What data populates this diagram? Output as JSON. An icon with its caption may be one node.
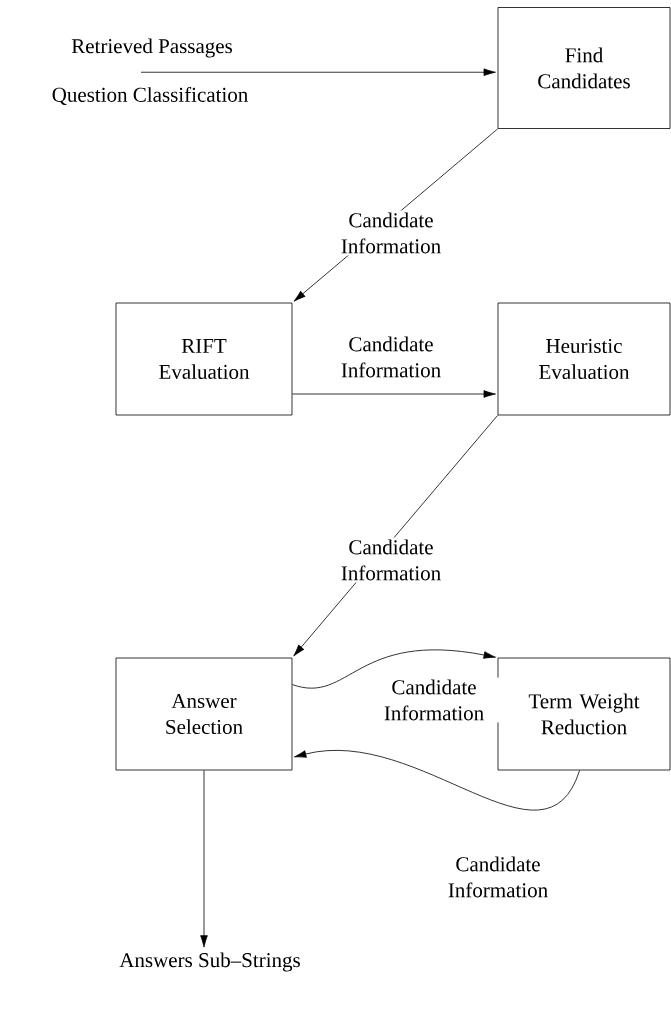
{
  "diagram": {
    "nodes": [
      {
        "text": [
          "Retrieved Passages"
        ]
      },
      {
        "text": [
          "Question Classification"
        ]
      },
      {
        "text": [
          "Find Candidates"
        ]
      },
      {
        "text": [
          "RIFT Evaluation"
        ]
      },
      {
        "text": [
          "Heuristic Evaluation"
        ]
      },
      {
        "text": [
          "Answer Selection"
        ]
      },
      {
        "text": [
          "Term Weight Reduction"
        ]
      },
      {
        "text": [
          "Answers Sub–Strings"
        ]
      }
    ],
    "edges": [
      {
        "from": 0,
        "to": 2,
        "arrow": "to"
      },
      {
        "from": 1,
        "to": 2,
        "arrow": "to"
      },
      {
        "from": 2,
        "to": 3,
        "arrow": "to",
        "label": "Candidate Information"
      },
      {
        "from": 3,
        "to": 4,
        "arrow": "to",
        "label": "Candidate Information"
      },
      {
        "from": 4,
        "to": 5,
        "arrow": "to",
        "label": "Candidate Information"
      },
      {
        "from": 5,
        "to": 6,
        "arrow": "to",
        "label": "Candidate Information"
      },
      {
        "from": 6,
        "to": 5,
        "arrow": "to",
        "label": "Candidate Information"
      },
      {
        "from": 5,
        "to": 7,
        "arrow": "to"
      }
    ]
  }
}
